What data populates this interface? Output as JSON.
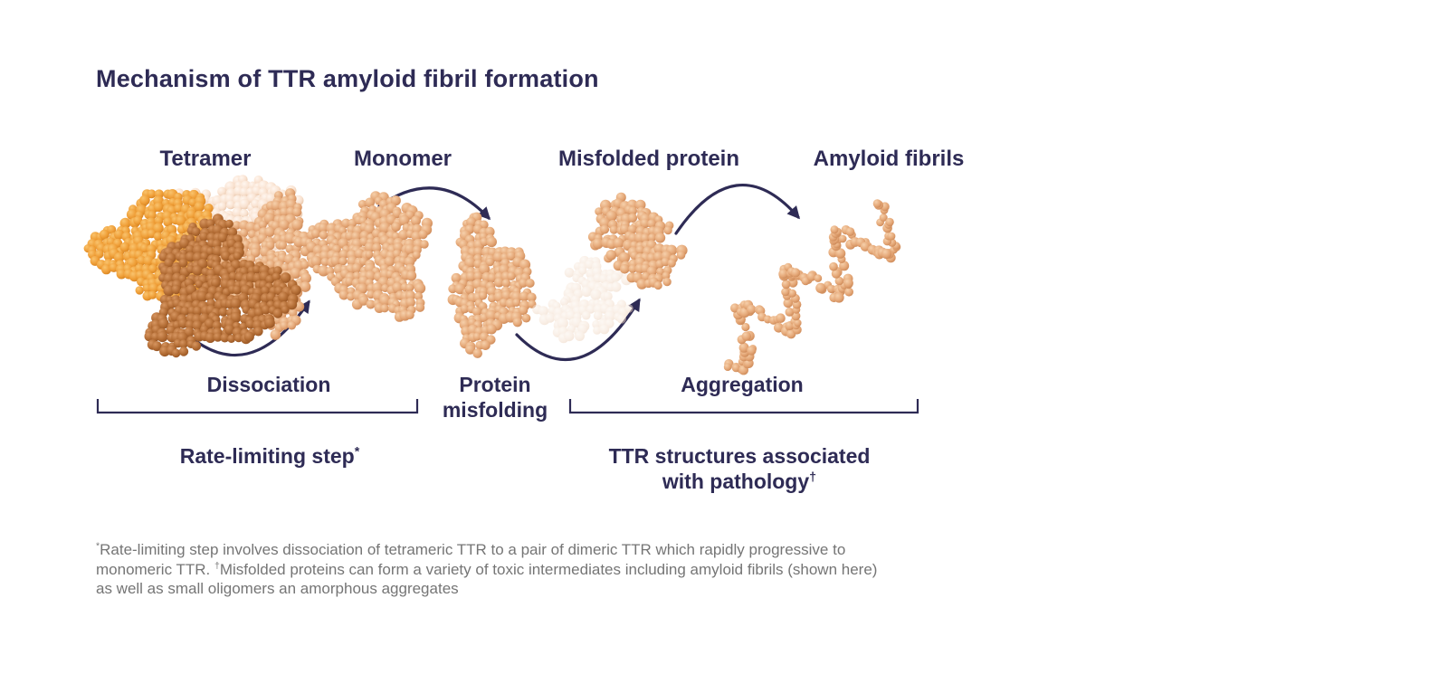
{
  "title": "Mechanism of TTR amyloid fibril formation",
  "stages": [
    {
      "label": "Tetramer"
    },
    {
      "label": "Monomer"
    },
    {
      "label": "Misfolded protein"
    },
    {
      "label": "Amyloid fibrils"
    }
  ],
  "processes": {
    "dissociation": "Dissociation",
    "protein_misfolding_line1": "Protein",
    "protein_misfolding_line2": "misfolding",
    "aggregation": "Aggregation"
  },
  "annotations": {
    "rate_limiting_text": "Rate-limiting step",
    "rate_limiting_sup": "*",
    "ttr_line1": "TTR structures associated",
    "ttr_line2": "with pathology",
    "ttr_sup": "†"
  },
  "footnote": {
    "line1_sup": "*",
    "line1": "Rate-limiting step involves dissociation of tetrameric TTR to a pair of dimeric TTR which rapidly progressive to",
    "line2_pre": "monomeric TTR. ",
    "line2_sup": "†",
    "line2_post": "Misfolded proteins can form a variety of toxic intermediates including amyloid fibrils (shown here)",
    "line3": "as well as small oligomers an amorphous aggregates"
  },
  "palette": {
    "ink": "#2E2B55",
    "footnote_gray": "#757575",
    "background": "#FFFFFF",
    "tan": {
      "hi": "#F6D0AB",
      "mid": "#E5A878",
      "lo": "#C47E4C"
    },
    "orange": {
      "hi": "#F9C36D",
      "mid": "#EF9E37",
      "lo": "#CE7A19"
    },
    "brown": {
      "hi": "#D69560",
      "mid": "#B26C34",
      "lo": "#8C4C1D"
    },
    "cream": {
      "hi": "#FFF6EF",
      "mid": "#F9E2D0",
      "lo": "#E2BC9D"
    },
    "ghost": {
      "hi": "#FCF3EA",
      "mid": "#F5E1D0",
      "lo": "#E8CBB2"
    }
  }
}
